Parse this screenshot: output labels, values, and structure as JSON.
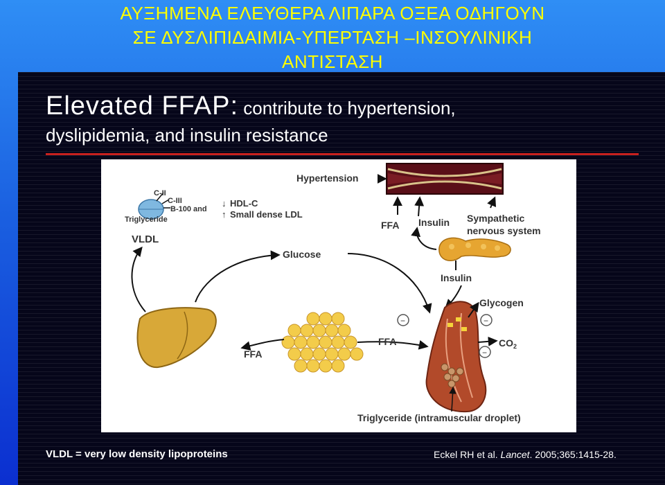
{
  "greek_title": {
    "line1": "ΑΥΞΗΜΕΝΑ ΕΛΕΥΘΕΡΑ ΛΙΠΑΡΑ ΟΞΕΑ ΟΔΗΓΟΥΝ",
    "line2": "ΣΕ ΔΥΣΛΙΠΙΔΑΙΜΙΑ-ΥΠΕΡΤΑΣΗ –ΙΝΣΟΥΛΙΝΙΚΗ",
    "line3": "ΑΝΤΙΣΤΑΣΗ"
  },
  "slide": {
    "title_main": "Elevated FFAP:",
    "title_rest": " contribute to hypertension,",
    "title_line2": "dyslipidemia, and insulin resistance",
    "footer_left": "VLDL = very low density lipoproteins",
    "footer_citation_author": "Eckel RH et al. ",
    "footer_citation_journal": "Lancet",
    "footer_citation_rest": ". 2005;365:1415-28."
  },
  "diagram": {
    "labels": {
      "c2": "C-II",
      "c3": "C-III",
      "b100": "B-100 and",
      "triglyceride": "Triglyceride",
      "vldl": "VLDL",
      "hdl": "HDL-C",
      "sdldl": "Small dense LDL",
      "hypertension": "Hypertension",
      "ffa_top": "FFA",
      "insulin_top": "Insulin",
      "sympathetic1": "Sympathetic",
      "sympathetic2": "nervous system",
      "glucose": "Glucose",
      "insulin_mid": "Insulin",
      "glycogen": "Glycogen",
      "co2": "CO",
      "co2_sub": "2",
      "ffa_mid": "FFA",
      "ffa_left": "FFA",
      "tg_droplet": "Triglyceride (intramuscular droplet)",
      "minus": "−"
    },
    "colors": {
      "arrow": "#111111",
      "liver": "#d8a838",
      "adipose": "#f3cc4a",
      "pancreas": "#e6a531",
      "muscle": "#b24a2a",
      "vessel": "#5a0f18",
      "vldl": "#7fb8e0"
    }
  }
}
